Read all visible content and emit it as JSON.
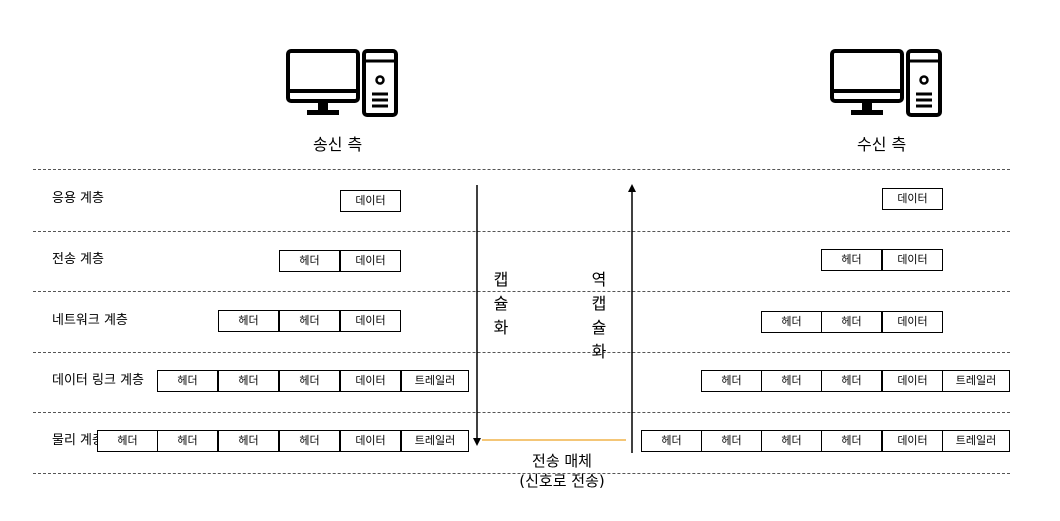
{
  "sender": {
    "title": "송신 측",
    "icon": "computer-icon"
  },
  "receiver": {
    "title": "수신 측",
    "icon": "computer-icon"
  },
  "layers": [
    {
      "label": "응용 계층"
    },
    {
      "label": "전송 계층"
    },
    {
      "label": "네트워크 계층"
    },
    {
      "label": "데이터 링크 계층"
    },
    {
      "label": "물리 계층"
    }
  ],
  "cells": {
    "header": "헤더",
    "data": "데이터",
    "trailer": "트레일러"
  },
  "encapsulation": [
    "캡",
    "슐",
    "화"
  ],
  "decapsulation": [
    "역",
    "캡",
    "슐",
    "화"
  ],
  "medium": {
    "line1": "전송 매체",
    "line2": "(신호로 전송)",
    "color": "#f0b44a"
  }
}
